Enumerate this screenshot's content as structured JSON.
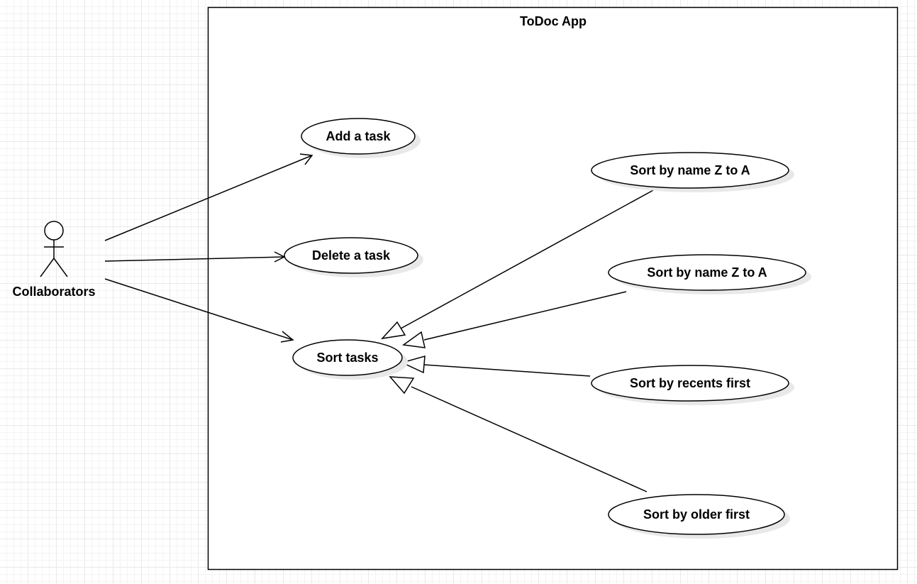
{
  "system": {
    "title": "ToDoc App"
  },
  "actor": {
    "label": "Collaborators"
  },
  "use_cases": {
    "add_task": "Add a task",
    "delete_task": "Delete a task",
    "sort_tasks": "Sort tasks",
    "sort_name_1": "Sort by name Z to A",
    "sort_name_2": "Sort by name Z to A",
    "sort_recents": "Sort by recents first",
    "sort_older": "Sort by older first"
  },
  "relationships": [
    {
      "from": "Collaborators",
      "to": "Add a task",
      "kind": "association"
    },
    {
      "from": "Collaborators",
      "to": "Delete a task",
      "kind": "association"
    },
    {
      "from": "Collaborators",
      "to": "Sort tasks",
      "kind": "association"
    },
    {
      "from": "Sort by name Z to A",
      "to": "Sort tasks",
      "kind": "generalization"
    },
    {
      "from": "Sort by name Z to A",
      "to": "Sort tasks",
      "kind": "generalization"
    },
    {
      "from": "Sort by recents first",
      "to": "Sort tasks",
      "kind": "generalization"
    },
    {
      "from": "Sort by older first",
      "to": "Sort tasks",
      "kind": "generalization"
    }
  ],
  "colors": {
    "stroke": "#000000",
    "fill": "#ffffff",
    "shadow": "#e6e6e6"
  }
}
